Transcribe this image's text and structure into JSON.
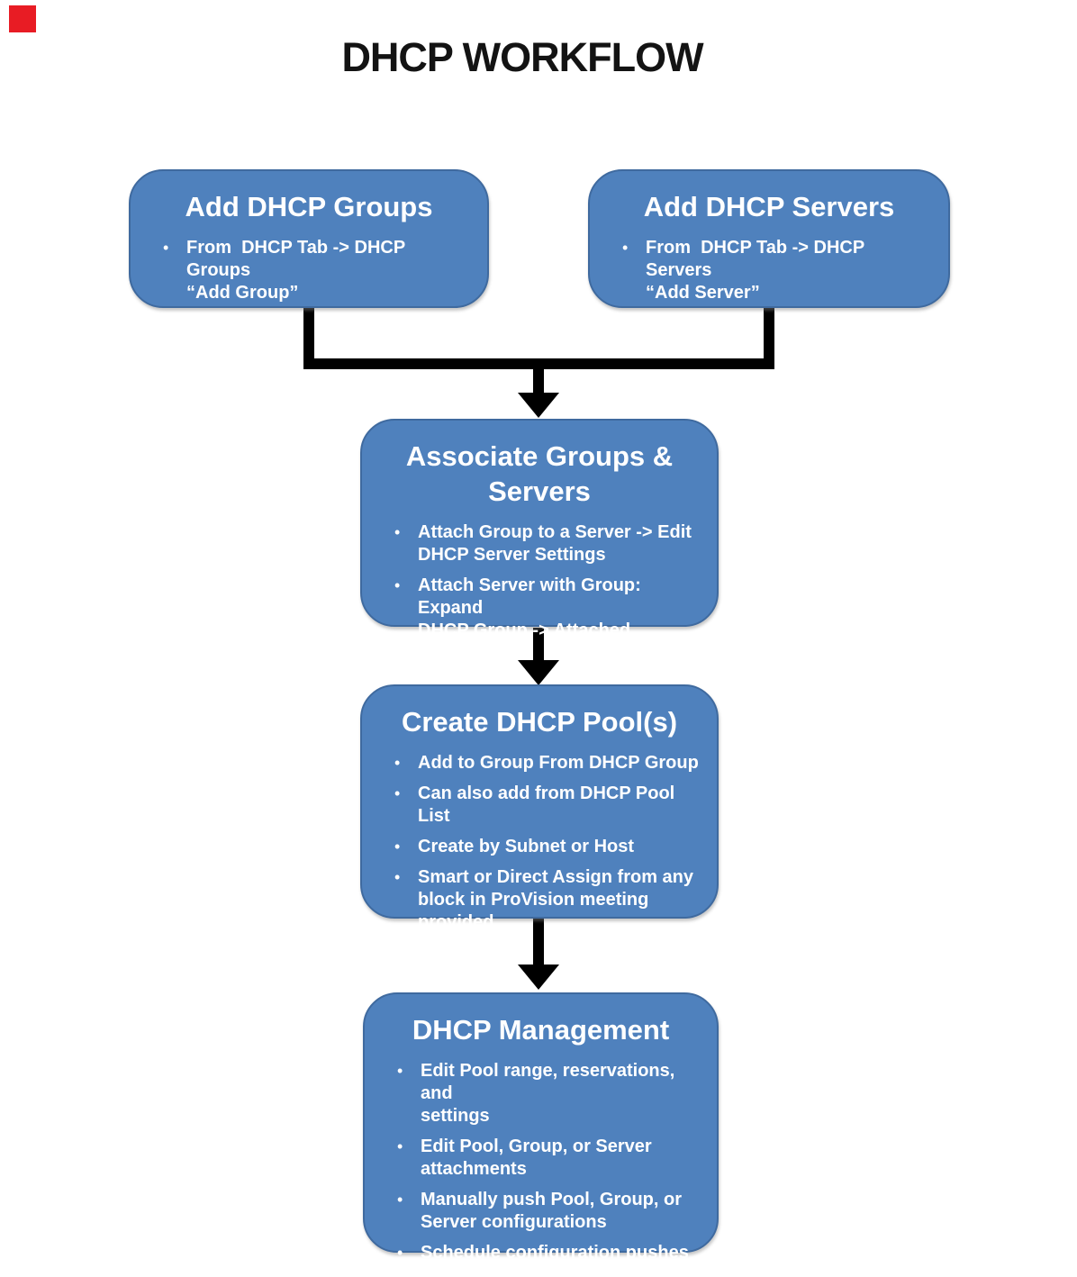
{
  "title": "DHCP WORKFLOW",
  "bullet_glyph": "•",
  "colors": {
    "box_fill": "#4f81bd",
    "box_border": "#3f6a9f",
    "box_text": "#ffffff",
    "connector": "#000000",
    "title_text": "#131313",
    "corner_marker": "#e81c24",
    "background": "#ffffff"
  },
  "boxes": [
    {
      "title": "Add DHCP Groups",
      "bullets": [
        "From  DHCP Tab -> DHCP Groups\n“Add Group”"
      ]
    },
    {
      "title": "Add DHCP Servers",
      "bullets": [
        "From  DHCP Tab -> DHCP Servers\n“Add Server”"
      ]
    },
    {
      "title": "Associate Groups &\nServers",
      "bullets": [
        "Attach Group to a Server -> Edit\nDHCP Server Settings",
        "Attach Server with Group: Expand\nDHCP Group -> Attached Servers"
      ]
    },
    {
      "title": "Create DHCP Pool(s)",
      "bullets": [
        "Add to Group From DHCP Group",
        "Can also add from DHCP Pool List",
        "Create by Subnet or Host",
        "Smart or Direct Assign from any\nblock in ProVision meeting provided\ncriteria"
      ]
    },
    {
      "title": "DHCP Management",
      "bullets": [
        "Edit Pool range, reservations, and\nsettings",
        "Edit Pool, Group, or Server\nattachments",
        "Manually push Pool, Group, or\nServer configurations",
        "Schedule configuration pushes"
      ]
    }
  ]
}
